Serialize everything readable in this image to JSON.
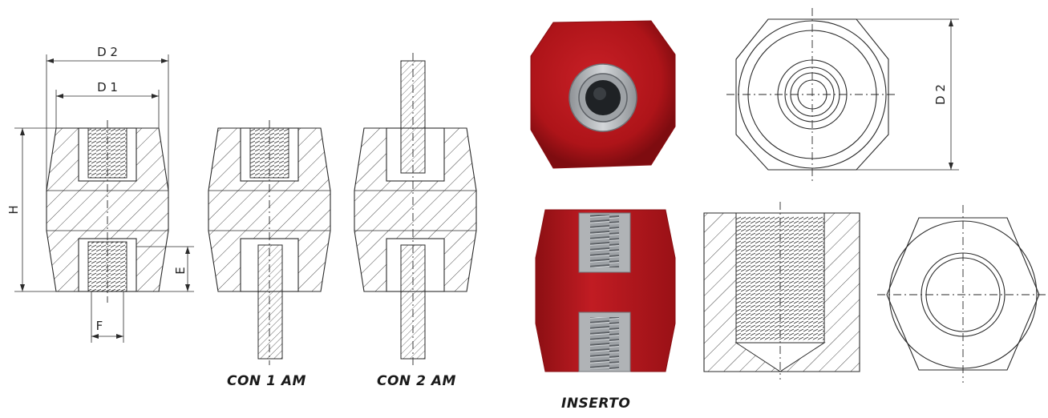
{
  "dimensions": {
    "d2": "D 2",
    "d1": "D 1",
    "h": "H",
    "e": "E",
    "f": "F",
    "d2_side": "D 2"
  },
  "captions": {
    "con1": "CON 1 AM",
    "con2": "CON 2 AM",
    "inserto": "INSERTO"
  },
  "colors": {
    "insulator_red": "#b3161c",
    "insert_metal": "#b9bcbf",
    "line": "#2a2a2a"
  }
}
